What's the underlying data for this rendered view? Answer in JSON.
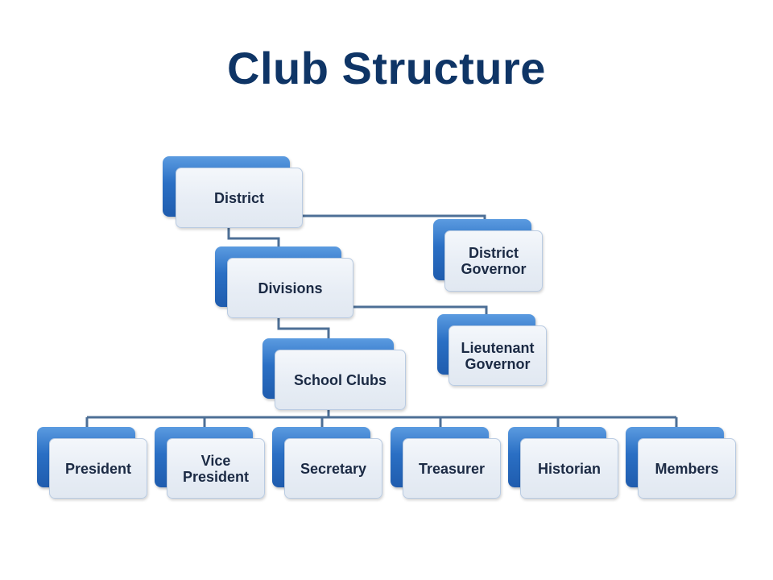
{
  "title": "Club Structure",
  "nodes": {
    "district": "District",
    "divisions": "Divisions",
    "school_clubs": "School Clubs",
    "district_governor": "District\nGovernor",
    "lieutenant_governor": "Lieutenant\nGovernor",
    "president": "President",
    "vice_president": "Vice\nPresident",
    "secretary": "Secretary",
    "treasurer": "Treasurer",
    "historian": "Historian",
    "members": "Members"
  },
  "colors": {
    "title": "#0f3566",
    "box_back": "#2a6fc4",
    "box_front": "#e7edf5",
    "connector": "#4d6f96"
  }
}
